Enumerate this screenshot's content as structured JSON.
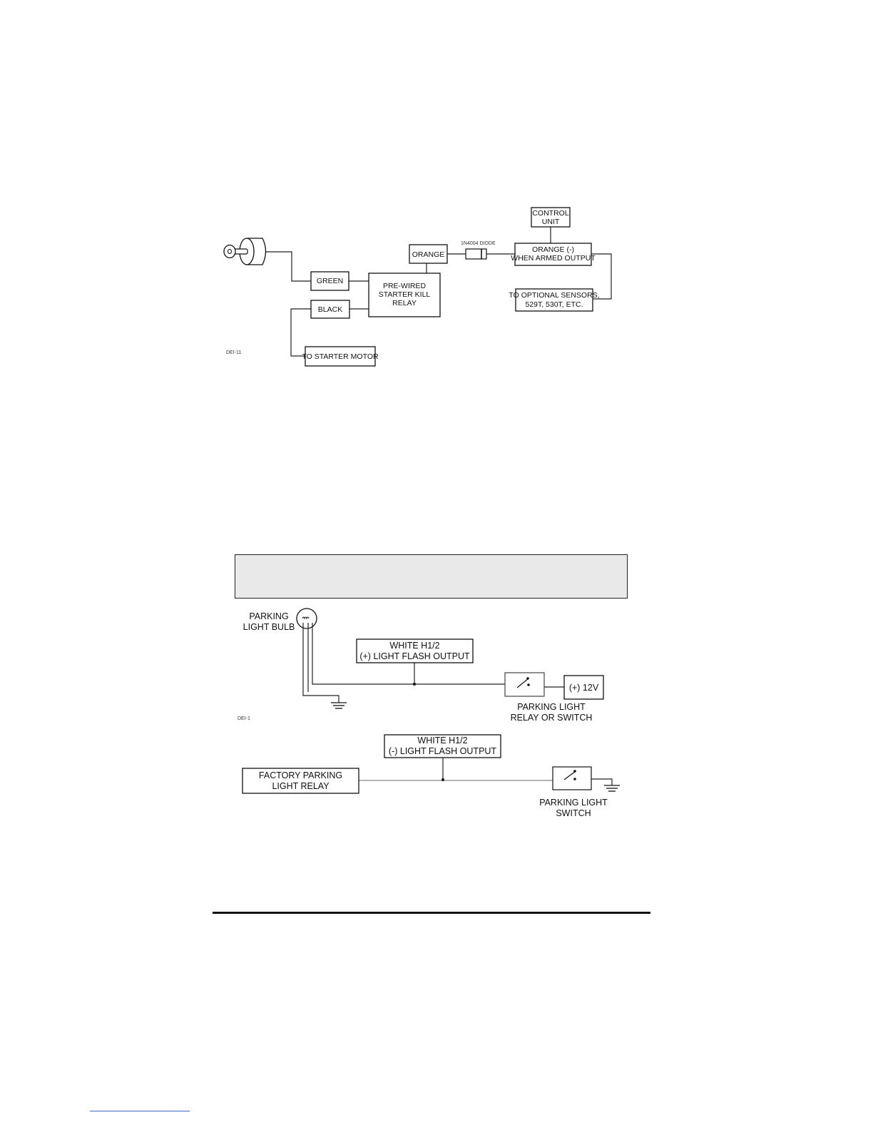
{
  "diagram1": {
    "control_unit": [
      "CONTROL",
      "UNIT"
    ],
    "diode_label": "1N4004 DIODE",
    "orange": "ORANGE",
    "orange_output": [
      "ORANGE (-)",
      "WHEN ARMED OUTPUT"
    ],
    "green": "GREEN",
    "black": "BLACK",
    "relay": [
      "PRE-WIRED",
      "STARTER KILL",
      "RELAY"
    ],
    "optional_sensors": [
      "TO OPTIONAL SENSORS,",
      "529T, 530T, ETC."
    ],
    "starter_motor": "TO STARTER MOTOR",
    "figure_code": "DEI-11"
  },
  "diagram2": {
    "bulb": [
      "PARKING",
      "LIGHT BULB"
    ],
    "white_pos": [
      "WHITE H1/2",
      "(+) LIGHT FLASH OUTPUT"
    ],
    "twelve_volt": "(+) 12V",
    "relay_switch": [
      "PARKING LIGHT",
      "RELAY OR SWITCH"
    ],
    "figure_code": "DEI-1"
  },
  "diagram3": {
    "white_neg": [
      "WHITE H1/2",
      "(-) LIGHT FLASH OUTPUT"
    ],
    "factory_relay": [
      "FACTORY PARKING",
      "LIGHT RELAY"
    ],
    "switch": [
      "PARKING LIGHT",
      "SWITCH"
    ]
  }
}
